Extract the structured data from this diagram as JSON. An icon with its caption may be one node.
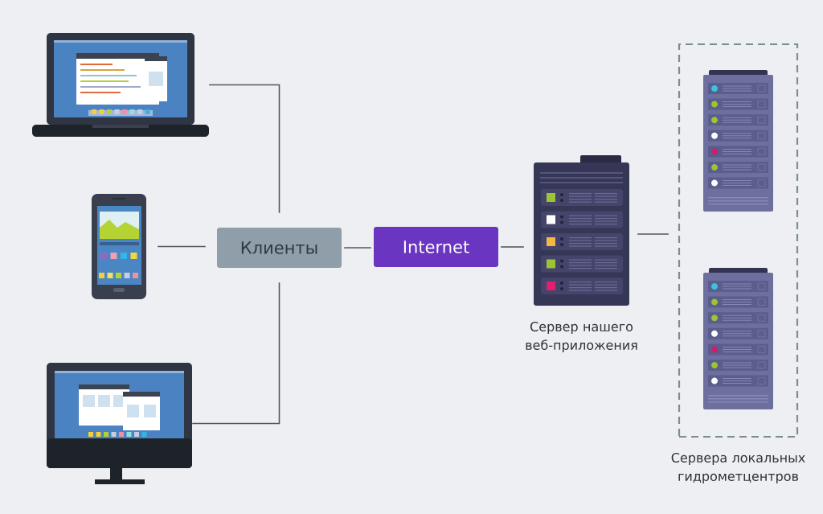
{
  "diagram": {
    "nodes": [
      {
        "text": [],
        "shape": "laptop"
      },
      {
        "text": [],
        "shape": "phone"
      },
      {
        "text": [],
        "shape": "monitor"
      },
      {
        "text": [
          "Клиенты"
        ]
      },
      {
        "text": [
          "Internet"
        ]
      },
      {
        "text": [],
        "shape": "server",
        "beside": [
          "Сервер нашего веб-приложения"
        ]
      },
      {
        "text": [
          "Сервера локальных гидрометцентров"
        ]
      },
      {
        "text": [],
        "shape": "server",
        "in": 6
      },
      {
        "text": [],
        "shape": "server",
        "in": 6
      }
    ],
    "edges": [
      {
        "from": 0,
        "to": 3,
        "arrow": "none"
      },
      {
        "from": 1,
        "to": 3,
        "arrow": "none"
      },
      {
        "from": 2,
        "to": 3,
        "arrow": "none"
      },
      {
        "from": 3,
        "to": 4,
        "arrow": "none"
      },
      {
        "from": 4,
        "to": 5,
        "arrow": "none"
      },
      {
        "from": 5,
        "to": 6,
        "arrow": "none"
      }
    ]
  }
}
